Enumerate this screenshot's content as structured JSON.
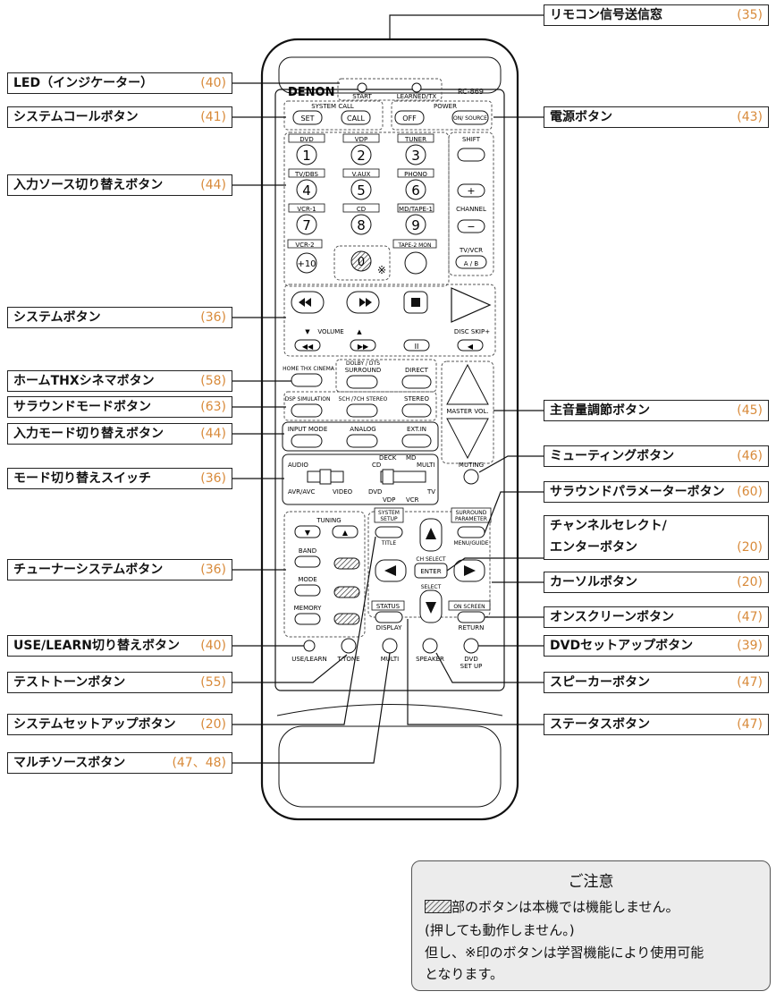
{
  "remote": {
    "brand": "DENON",
    "model": "RC-869",
    "start": "START",
    "learned_tx": "LEARNED/TX",
    "system_call": "SYSTEM CALL",
    "set": "SET",
    "call": "CALL",
    "power": "POWER",
    "off": "OFF",
    "on_source": "ON/ SOURCE",
    "shift": "SHIFT",
    "channel": "CHANNEL",
    "tv_vcr": "TV/VCR",
    "ab": "A / B",
    "src_labels": [
      "DVD",
      "VDP",
      "TUNER",
      "TV/DBS",
      "V.AUX",
      "PHONO",
      "VCR-1",
      "CD",
      "MD/TAPE-1"
    ],
    "src_nums": [
      "1",
      "2",
      "3",
      "4",
      "5",
      "6",
      "7",
      "8",
      "9"
    ],
    "vcr2": "VCR-2",
    "plus10": "+10",
    "zero": "0",
    "tape2mon": "TAPE-2 MON",
    "volume": "VOLUME",
    "disc_skip": "DISC SKIP+",
    "home_thx": "HOME THX CINEMA",
    "dolby_dts": "DOLBY / DTS",
    "surround": "SURROUND",
    "direct": "DIRECT",
    "dsp_sim": "DSP SIMULATION",
    "ch_stereo": "5CH /7CH STEREO",
    "stereo": "STEREO",
    "master_vol": "MASTER VOL.",
    "input_mode": "INPUT MODE",
    "analog": "ANALOG",
    "ext_in": "EXT.IN",
    "muting": "MUTING",
    "audio": "AUDIO",
    "cd": "CD",
    "deck": "DECK",
    "md": "MD",
    "multi": "MULTI",
    "avr_avc": "AVR/AVC",
    "video": "VIDEO",
    "dvd": "DVD",
    "tv": "TV",
    "vdp": "VDP",
    "vcr": "VCR",
    "tuning": "TUNING",
    "band": "BAND",
    "mode": "MODE",
    "memory": "MEMORY",
    "system_setup_1": "SYSTEM",
    "system_setup_2": "SETUP",
    "title": "TITLE",
    "surround_param_1": "SURROUND",
    "surround_param_2": "PARAMETER",
    "menu_guide": "MENU/GUIDE",
    "ch_select": "CH SELECT",
    "enter": "ENTER",
    "select": "SELECT",
    "status": "STATUS",
    "display": "DISPLAY",
    "on_screen": "ON SCREEN",
    "return": "RETURN",
    "use_learn": "USE/LEARN",
    "t_tone": "T.TONE",
    "speaker": "SPEAKER",
    "dvd_setup_1": "DVD",
    "dvd_setup_2": "SET UP",
    "asterisk": "※"
  },
  "left_labels": [
    {
      "text": "LED（インジケーター）",
      "page": "(40)"
    },
    {
      "text": "システムコールボタン",
      "page": "(41)"
    },
    {
      "text": "入力ソース切り替えボタン",
      "page": "(44)"
    },
    {
      "text": "システムボタン",
      "page": "(36)"
    },
    {
      "text": "ホームTHXシネマボタン",
      "page": "(58)"
    },
    {
      "text": "サラウンドモードボタン",
      "page": "(63)"
    },
    {
      "text": "入力モード切り替えボタン",
      "page": "(44)"
    },
    {
      "text": "モード切り替えスイッチ",
      "page": "(36)"
    },
    {
      "text": "チューナーシステムボタン",
      "page": "(36)"
    },
    {
      "text": "USE/LEARN切り替えボタン",
      "page": "(40)"
    },
    {
      "text": "テストトーンボタン",
      "page": "(55)"
    },
    {
      "text": "システムセットアップボタン",
      "page": "(20)"
    },
    {
      "text": "マルチソースボタン",
      "page": "(47、48)"
    }
  ],
  "right_labels": [
    {
      "text": "リモコン信号送信窓",
      "page": "(35)"
    },
    {
      "text": "電源ボタン",
      "page": "(43)"
    },
    {
      "text": "主音量調節ボタン",
      "page": "(45)"
    },
    {
      "text": "ミューティングボタン",
      "page": "(46)"
    },
    {
      "text": "サラウンドパラメーターボタン",
      "page": "(60)"
    },
    {
      "text": "チャンネルセレクト/",
      "text2": "エンターボタン",
      "page": "(20)"
    },
    {
      "text": "カーソルボタン",
      "page": "(20)"
    },
    {
      "text": "オンスクリーンボタン",
      "page": "(47)"
    },
    {
      "text": "DVDセットアップボタン",
      "page": "(39)"
    },
    {
      "text": "スピーカーボタン",
      "page": "(47)"
    },
    {
      "text": "ステータスボタン",
      "page": "(47)"
    }
  ],
  "note": {
    "title": "ご注意",
    "line1": "部のボタンは本機では機能しません。",
    "line2": "(押しても動作しません。)",
    "line3": "但し、※印のボタンは学習機能により使用可能",
    "line4": "となります。"
  }
}
